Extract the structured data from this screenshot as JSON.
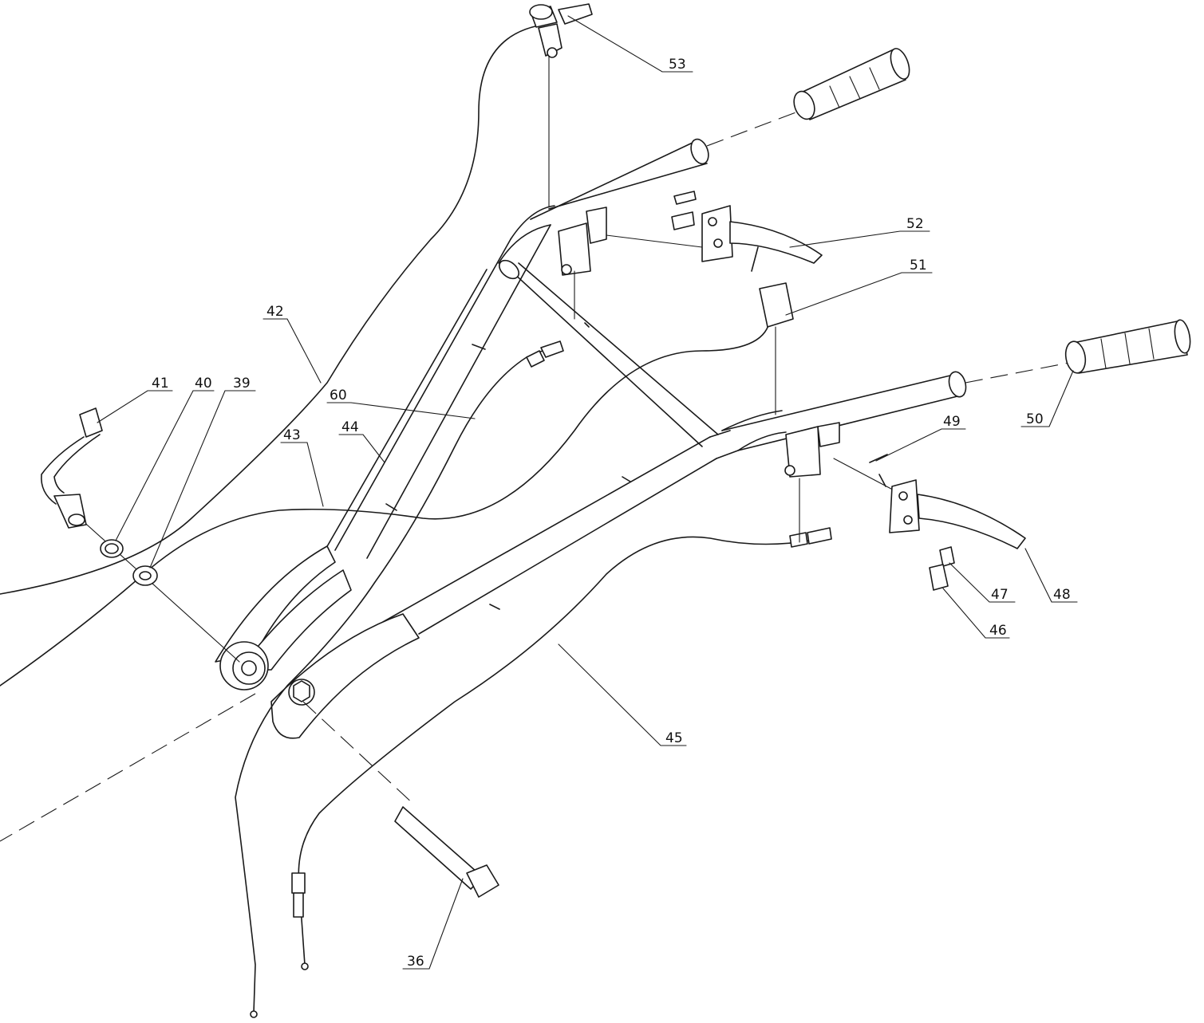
{
  "callouts": [
    {
      "id": "c53",
      "text": "53"
    },
    {
      "id": "c52",
      "text": "52"
    },
    {
      "id": "c51",
      "text": "51"
    },
    {
      "id": "c50",
      "text": "50"
    },
    {
      "id": "c49",
      "text": "49"
    },
    {
      "id": "c48",
      "text": "48"
    },
    {
      "id": "c47",
      "text": "47"
    },
    {
      "id": "c46",
      "text": "46"
    },
    {
      "id": "c45",
      "text": "45"
    },
    {
      "id": "c44",
      "text": "44"
    },
    {
      "id": "c43",
      "text": "43"
    },
    {
      "id": "c42",
      "text": "42"
    },
    {
      "id": "c41",
      "text": "41"
    },
    {
      "id": "c40",
      "text": "40"
    },
    {
      "id": "c39",
      "text": "39"
    },
    {
      "id": "c60",
      "text": "60"
    },
    {
      "id": "c36",
      "text": "36"
    }
  ],
  "colors": {
    "line": "#1a1a1a",
    "background": "#ffffff"
  }
}
